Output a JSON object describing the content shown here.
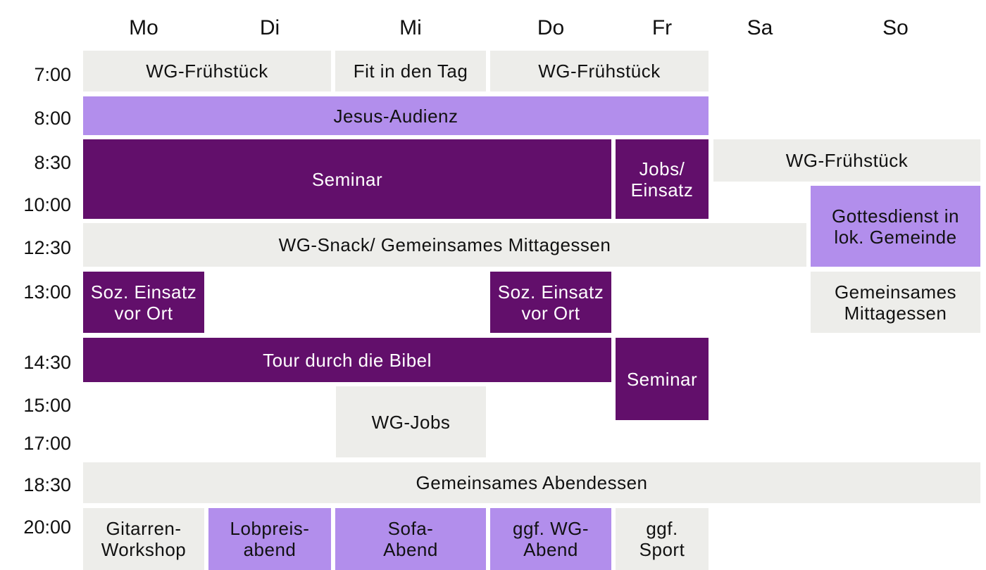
{
  "days": [
    "Mo",
    "Di",
    "Mi",
    "Do",
    "Fr",
    "Sa",
    "So"
  ],
  "times": [
    "7:00",
    "8:00",
    "8:30",
    "10:00",
    "12:30",
    "13:00",
    "14:30",
    "15:00",
    "17:00",
    "18:30",
    "20:00"
  ],
  "colors": {
    "grey": "#ededea",
    "light_purple": "#b28eec",
    "dark_purple": "#620f6b"
  },
  "events": [
    {
      "label": "WG-Frühstück",
      "days": "Mo-Di",
      "time": "7:00",
      "style": "grey"
    },
    {
      "label": "Fit in den Tag",
      "days": "Mi",
      "time": "7:00",
      "style": "grey"
    },
    {
      "label": "WG-Frühstück",
      "days": "Do-Fr",
      "time": "7:00",
      "style": "grey"
    },
    {
      "label": "Jesus-Audienz",
      "days": "Mo-Fr",
      "time": "8:00",
      "style": "light"
    },
    {
      "label": "Seminar",
      "days": "Mo-Do",
      "time": "8:30-10:00",
      "style": "dark"
    },
    {
      "label": "Jobs/\nEinsatz",
      "days": "Fr",
      "time": "8:30-10:00",
      "style": "dark"
    },
    {
      "label": "WG-Frühstück",
      "days": "Sa-So",
      "time": "8:30",
      "style": "grey"
    },
    {
      "label": "Gottesdienst in\nlok. Gemeinde",
      "days": "So",
      "time": "10:00-12:30",
      "style": "light"
    },
    {
      "label": "WG-Snack/ Gemeinsames Mittagessen",
      "days": "Mo-Sa",
      "time": "12:30",
      "style": "grey"
    },
    {
      "label": "Soz. Einsatz\nvor Ort",
      "days": "Mo",
      "time": "13:00",
      "style": "dark"
    },
    {
      "label": "Soz. Einsatz\nvor Ort",
      "days": "Do",
      "time": "13:00",
      "style": "dark"
    },
    {
      "label": "Gemeinsames\nMittagessen",
      "days": "So",
      "time": "13:00",
      "style": "grey"
    },
    {
      "label": "Tour durch die Bibel",
      "days": "Mo-Do",
      "time": "14:30",
      "style": "dark"
    },
    {
      "label": "Seminar",
      "days": "Fr",
      "time": "14:30-15:00",
      "style": "dark"
    },
    {
      "label": "WG-Jobs",
      "days": "Mi",
      "time": "15:00-17:00",
      "style": "grey"
    },
    {
      "label": "Gemeinsames Abendessen",
      "days": "Mo-So",
      "time": "18:30",
      "style": "grey"
    },
    {
      "label": "Gitarren-\nWorkshop",
      "days": "Mo",
      "time": "20:00",
      "style": "grey"
    },
    {
      "label": "Lobpreis-\nabend",
      "days": "Di",
      "time": "20:00",
      "style": "light"
    },
    {
      "label": "Sofa-\nAbend",
      "days": "Mi",
      "time": "20:00",
      "style": "light"
    },
    {
      "label": "ggf. WG-\nAbend",
      "days": "Do",
      "time": "20:00",
      "style": "light"
    },
    {
      "label": "ggf.\nSport",
      "days": "Fr",
      "time": "20:00",
      "style": "grey"
    }
  ]
}
